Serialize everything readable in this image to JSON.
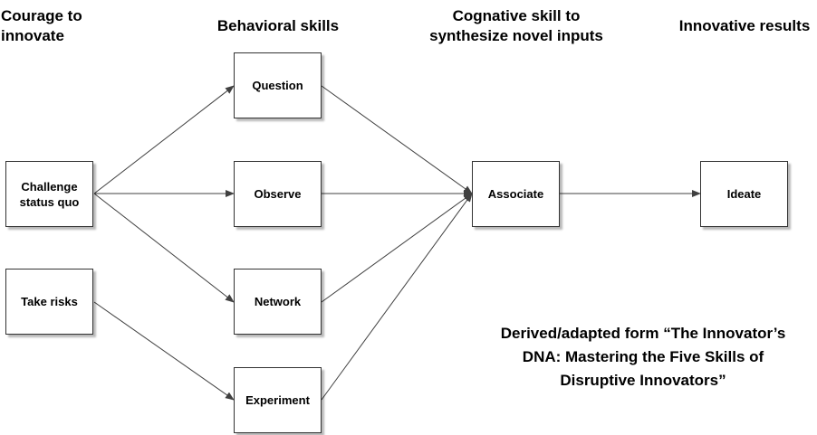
{
  "headings": {
    "courage": "Courage to\ninnovate",
    "behavioral": "Behavioral skills",
    "cognitive": "Cognative skill to\nsynthesize novel inputs",
    "results": "Innovative results"
  },
  "nodes": {
    "challenge": "Challenge\nstatus quo",
    "take_risks": "Take risks",
    "question": "Question",
    "observe": "Observe",
    "network": "Network",
    "experiment": "Experiment",
    "associate": "Associate",
    "ideate": "Ideate"
  },
  "attribution": "Derived/adapted form “The Innovator’s\nDNA:  Mastering the Five Skills of\nDisruptive Innovators”",
  "colors": {
    "line": "#404040",
    "border": "#333333",
    "text": "#000000"
  }
}
